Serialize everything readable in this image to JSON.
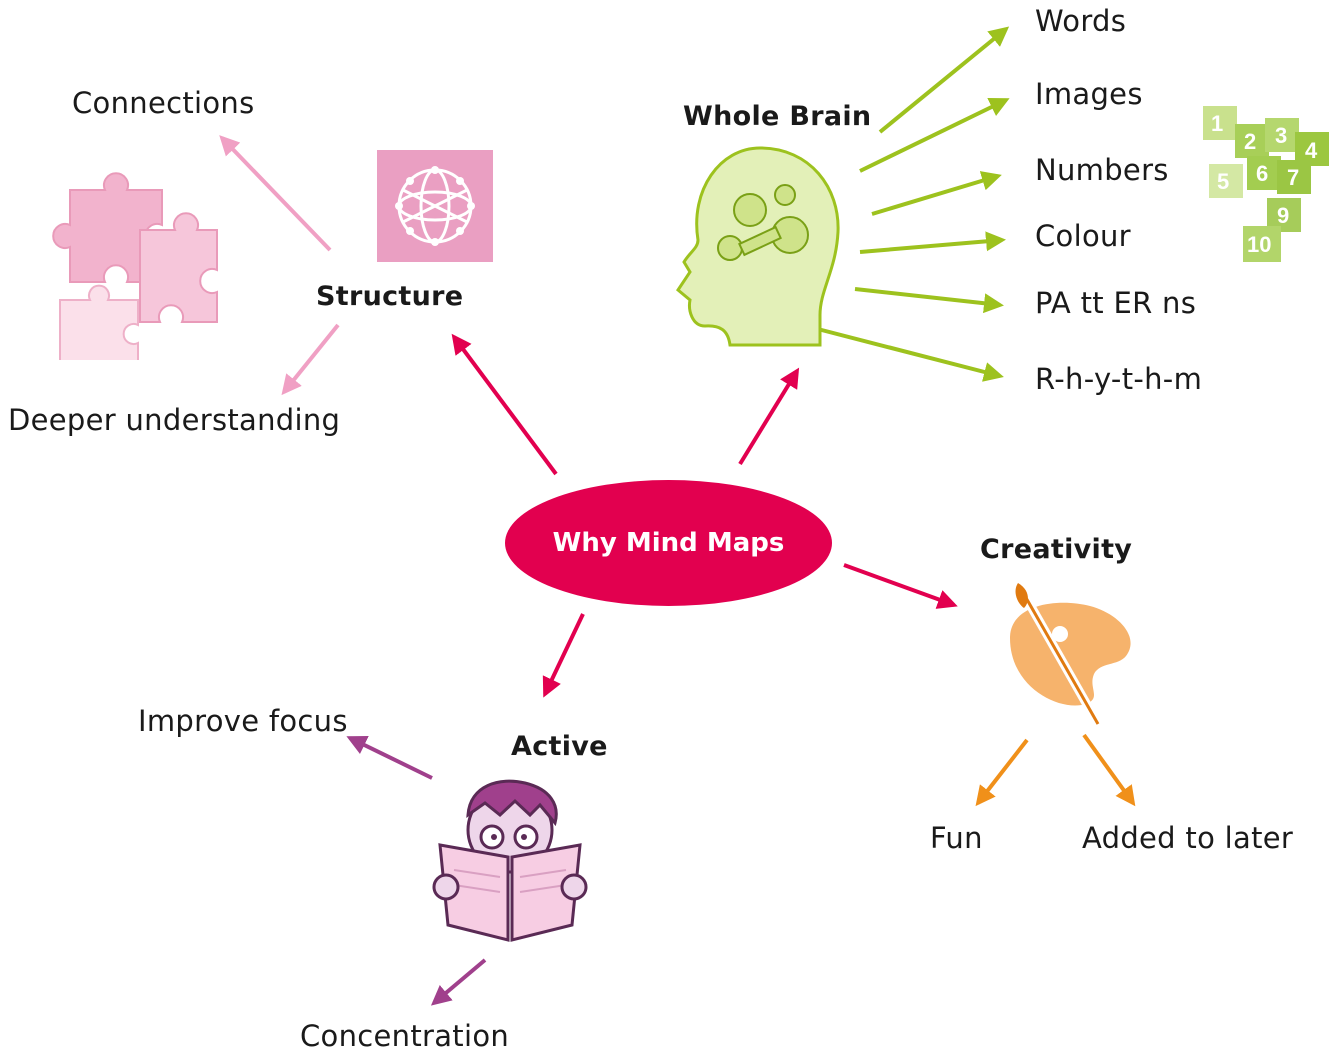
{
  "center": {
    "label": "Why Mind Maps"
  },
  "branches": {
    "structure": {
      "label": "Structure",
      "children": [
        "Connections",
        "Deeper understanding"
      ]
    },
    "whole_brain": {
      "label": "Whole Brain",
      "children": [
        "Words",
        "Images",
        "Numbers",
        "Colour",
        "PA tt ER ns",
        "R-h-y-t-h-m"
      ]
    },
    "creativity": {
      "label": "Creativity",
      "children": [
        "Fun",
        "Added to later"
      ]
    },
    "active": {
      "label": "Active",
      "children": [
        "Improve focus",
        "Concentration"
      ]
    }
  },
  "number_cubes": [
    "1",
    "2",
    "3",
    "4",
    "5",
    "6",
    "7",
    "9",
    "10"
  ],
  "colors": {
    "center": "#e2004f",
    "structure": "#f0a0c4",
    "whole_brain": "#9dc21e",
    "creativity": "#f0901a",
    "active": "#a0408c"
  }
}
